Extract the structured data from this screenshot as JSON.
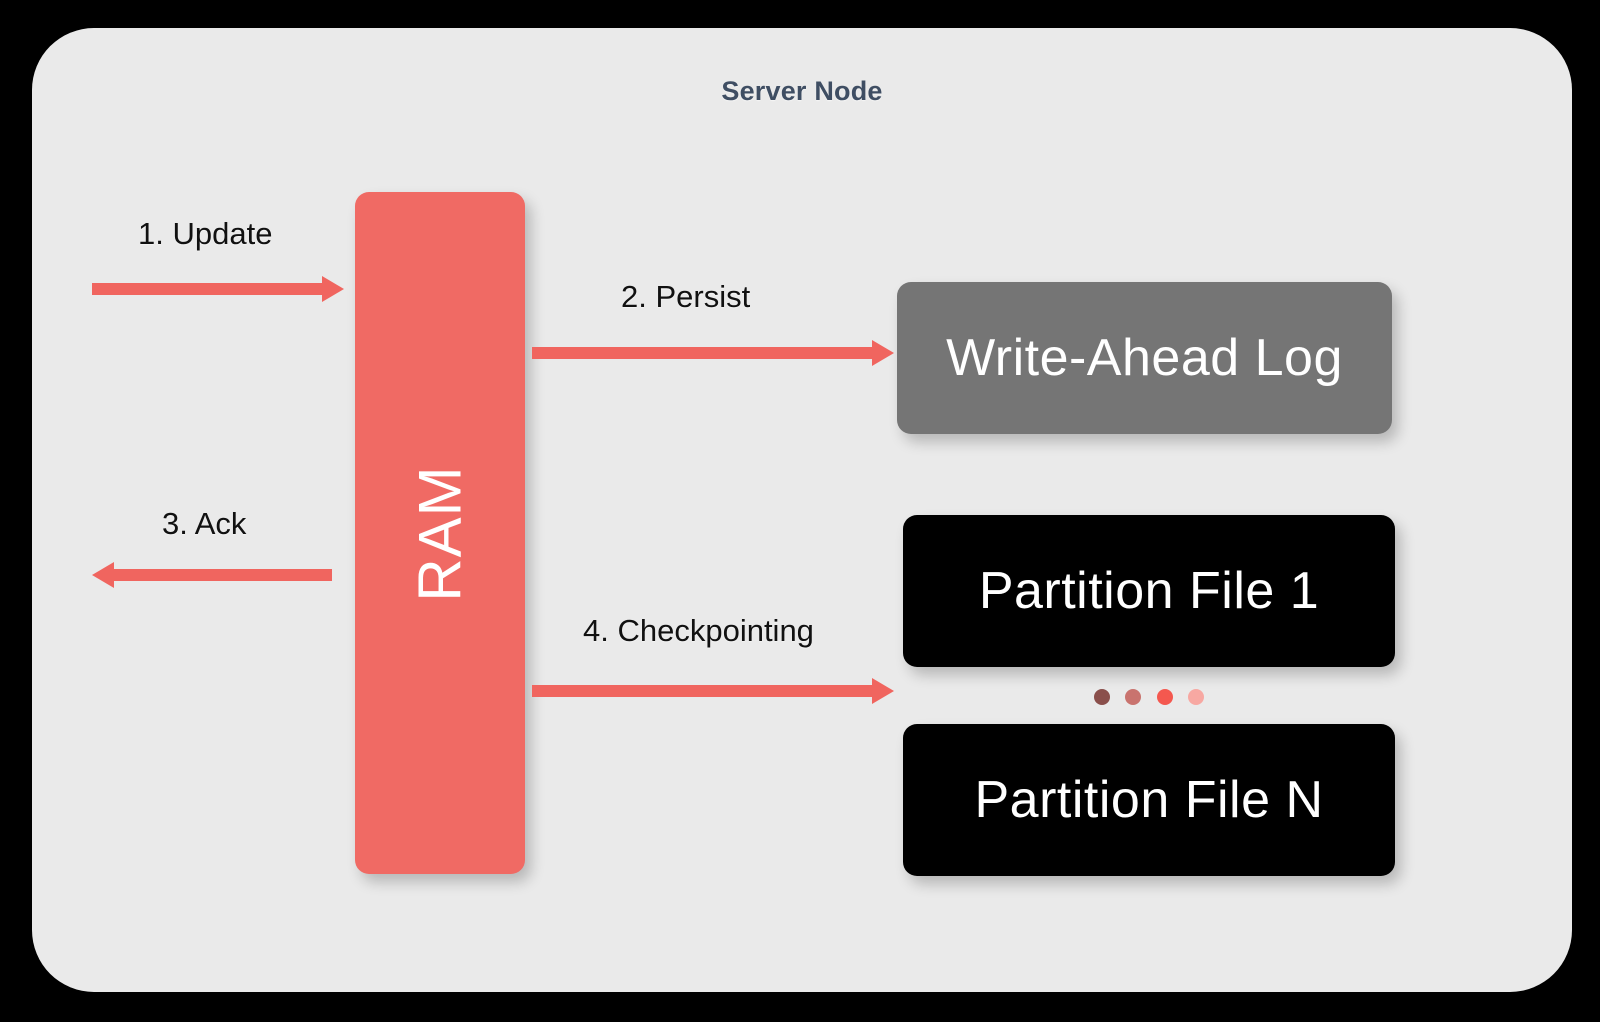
{
  "diagram": {
    "title": "Server Node",
    "background_color": "#000000",
    "panel_color": "#EAEAEA",
    "title_color": "#3F4E63",
    "accent_color": "#F0655F"
  },
  "nodes": {
    "ram": {
      "label": "RAM",
      "color": "#F06A64",
      "text_color": "#FFFFFF"
    },
    "wal": {
      "label": "Write-Ahead Log",
      "color": "#757575",
      "text_color": "#FFFFFF"
    },
    "partition_first": {
      "label": "Partition File 1",
      "color": "#000000",
      "text_color": "#FFFFFF"
    },
    "partition_last": {
      "label": "Partition File N",
      "color": "#000000",
      "text_color": "#FFFFFF"
    }
  },
  "ellipsis_dots": [
    {
      "color": "#8A4F4B"
    },
    {
      "color": "#C9736E"
    },
    {
      "color": "#F4584F"
    },
    {
      "color": "#F7A8A2"
    }
  ],
  "flows": [
    {
      "step": "1",
      "label": "1. Update",
      "direction": "right",
      "from": "client",
      "to": "ram",
      "color": "#F0655F"
    },
    {
      "step": "2",
      "label": "2. Persist",
      "direction": "right",
      "from": "ram",
      "to": "wal",
      "color": "#F0655F"
    },
    {
      "step": "3",
      "label": "3. Ack",
      "direction": "left",
      "from": "ram",
      "to": "client",
      "color": "#F0655F"
    },
    {
      "step": "4",
      "label": "4. Checkpointing",
      "direction": "right",
      "from": "ram",
      "to": "partition-files",
      "color": "#F0655F"
    }
  ]
}
